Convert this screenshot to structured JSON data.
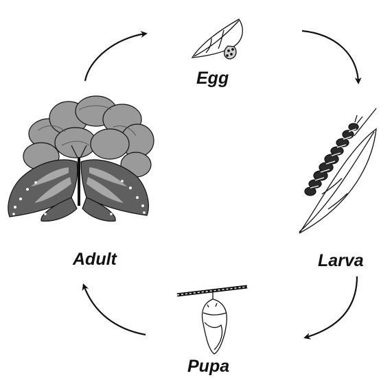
{
  "stages": {
    "egg": "Egg",
    "larva": "Larva",
    "pupa": "Pupa",
    "adult": "Adult"
  },
  "colors": {
    "ink": "#111111",
    "flower": "#9a9a9a",
    "flower_dark": "#6e6e6e",
    "wing": "#5f5f5f",
    "wing_light": "#a8a8a8"
  },
  "icons": [
    "egg-on-leaf-icon",
    "caterpillar-on-leaf-icon",
    "chrysalis-icon",
    "monarch-on-flower-icon",
    "cycle-arrow-icon"
  ]
}
